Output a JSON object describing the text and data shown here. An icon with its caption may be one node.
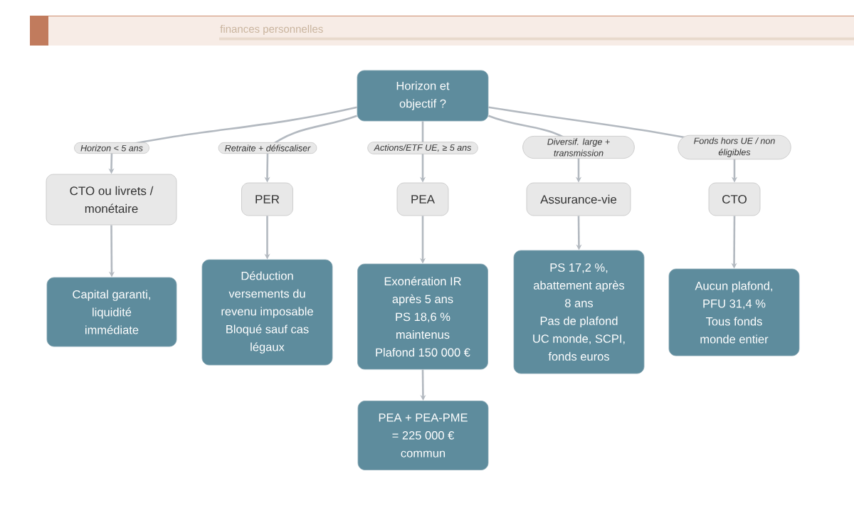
{
  "diagram": {
    "nodes": [
      {
        "text": [
          "Horizon et objectif ?"
        ]
      },
      {
        "text": [
          "CTO ou livrets / monétaire"
        ]
      },
      {
        "text": [
          "PER"
        ]
      },
      {
        "text": [
          "PEA"
        ]
      },
      {
        "text": [
          "Assurance-vie"
        ]
      },
      {
        "text": [
          "CTO"
        ]
      },
      {
        "text": [
          "Capital garanti, liquidité immédiate"
        ]
      },
      {
        "text": [
          "Déduction versements du revenu imposable",
          "Bloqué sauf cas légaux"
        ]
      },
      {
        "text": [
          "Exonération IR après 5 ans",
          "PS 18,6 % maintenus",
          "Plafond 150 000 €"
        ]
      },
      {
        "text": [
          "PS 17,2 %, abattement après 8 ans",
          "Pas de plafond",
          "UC monde, SCPI, fonds euros"
        ]
      },
      {
        "text": [
          "Aucun plafond, PFU 31,4 %",
          "Tous fonds monde entier"
        ]
      },
      {
        "text": [
          "PEA + PEA-PME = 225 000 € commun"
        ]
      }
    ],
    "edges": [
      {
        "from": 0,
        "to": 1,
        "arrow": "to",
        "label": "Horizon < 5 ans"
      },
      {
        "from": 0,
        "to": 2,
        "arrow": "to",
        "label": "Retraite + défiscaliser"
      },
      {
        "from": 0,
        "to": 3,
        "arrow": "to",
        "label": "Actions/ETF UE, ≥ 5 ans"
      },
      {
        "from": 0,
        "to": 4,
        "arrow": "to",
        "label": "Diversif. large + transmission"
      },
      {
        "from": 0,
        "to": 5,
        "arrow": "to",
        "label": "Fonds hors UE / non éligibles"
      },
      {
        "from": 1,
        "to": 6,
        "arrow": "to"
      },
      {
        "from": 2,
        "to": 7,
        "arrow": "to"
      },
      {
        "from": 3,
        "to": 8,
        "arrow": "to"
      },
      {
        "from": 4,
        "to": 9,
        "arrow": "to"
      },
      {
        "from": 5,
        "to": 10,
        "arrow": "to"
      },
      {
        "from": 8,
        "to": 11,
        "arrow": "to"
      }
    ],
    "labels": [
      "finances personnelles"
    ]
  }
}
